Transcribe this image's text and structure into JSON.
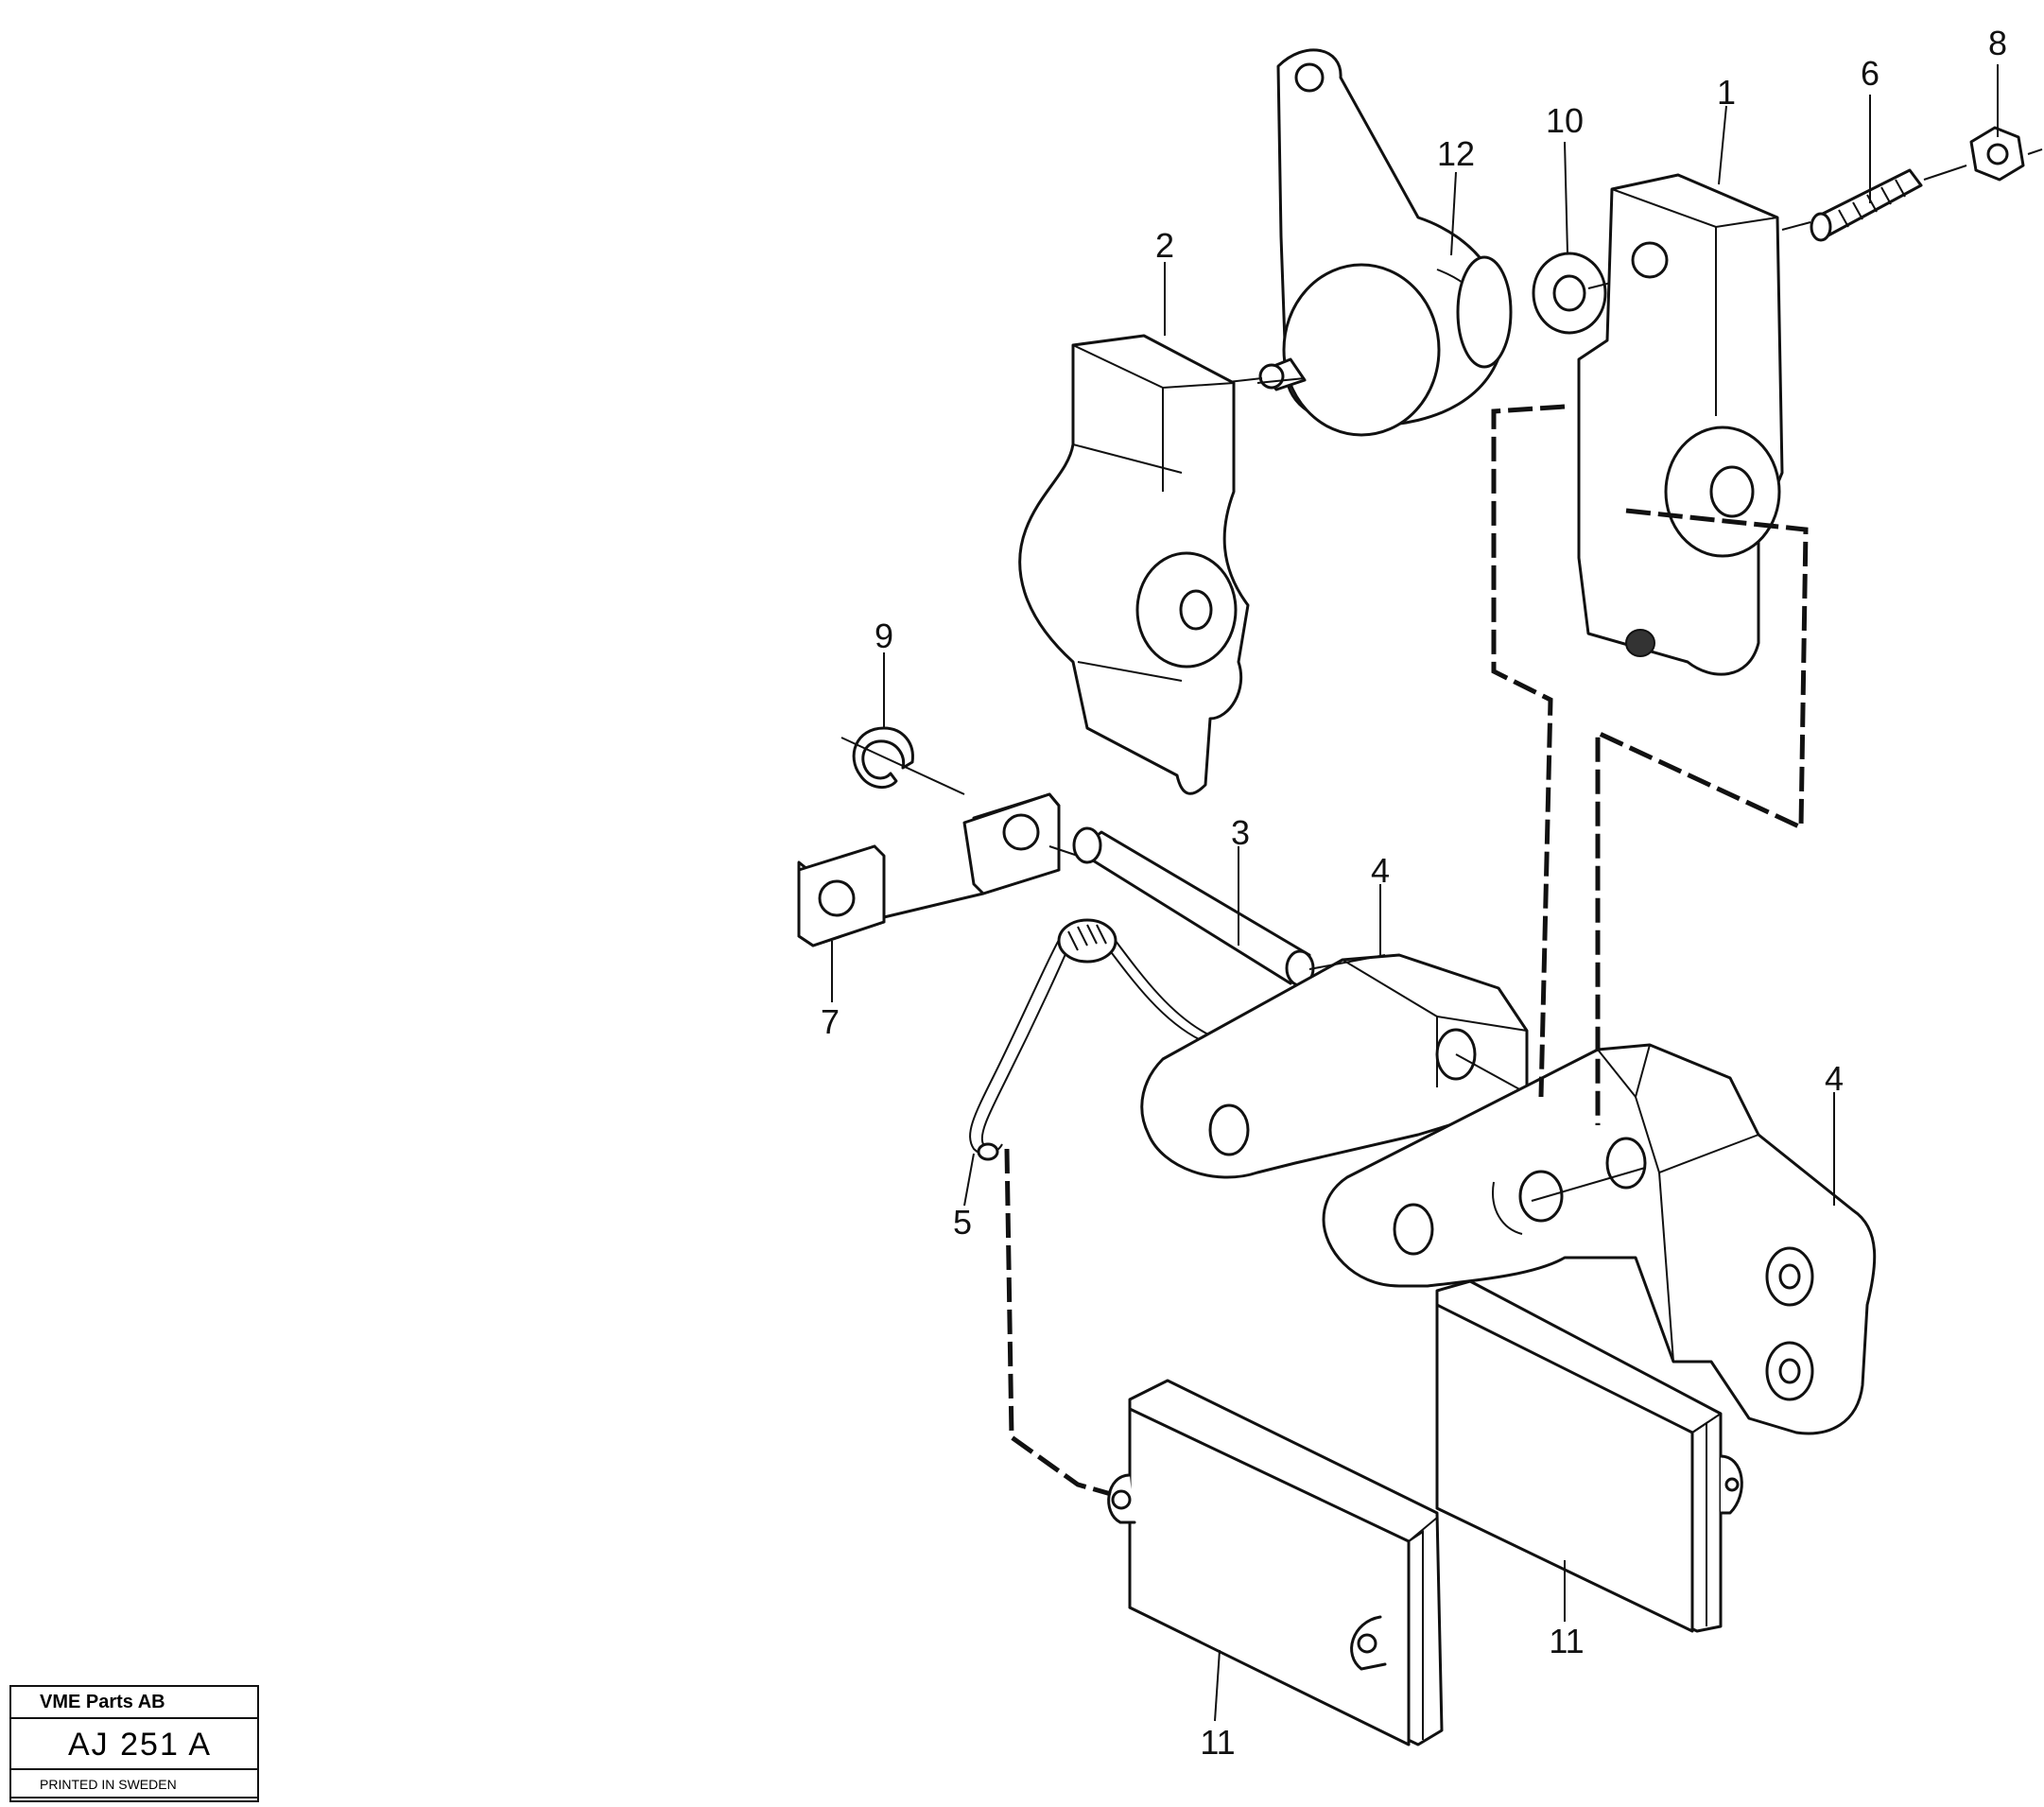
{
  "diagram": {
    "callouts": [
      "1",
      "2",
      "3",
      "4",
      "4",
      "5",
      "6",
      "7",
      "8",
      "9",
      "10",
      "11",
      "11",
      "12"
    ]
  },
  "title_block": {
    "company": "VME Parts AB",
    "drawing_number": "AJ 251  A",
    "print_note": "PRINTED IN SWEDEN"
  }
}
